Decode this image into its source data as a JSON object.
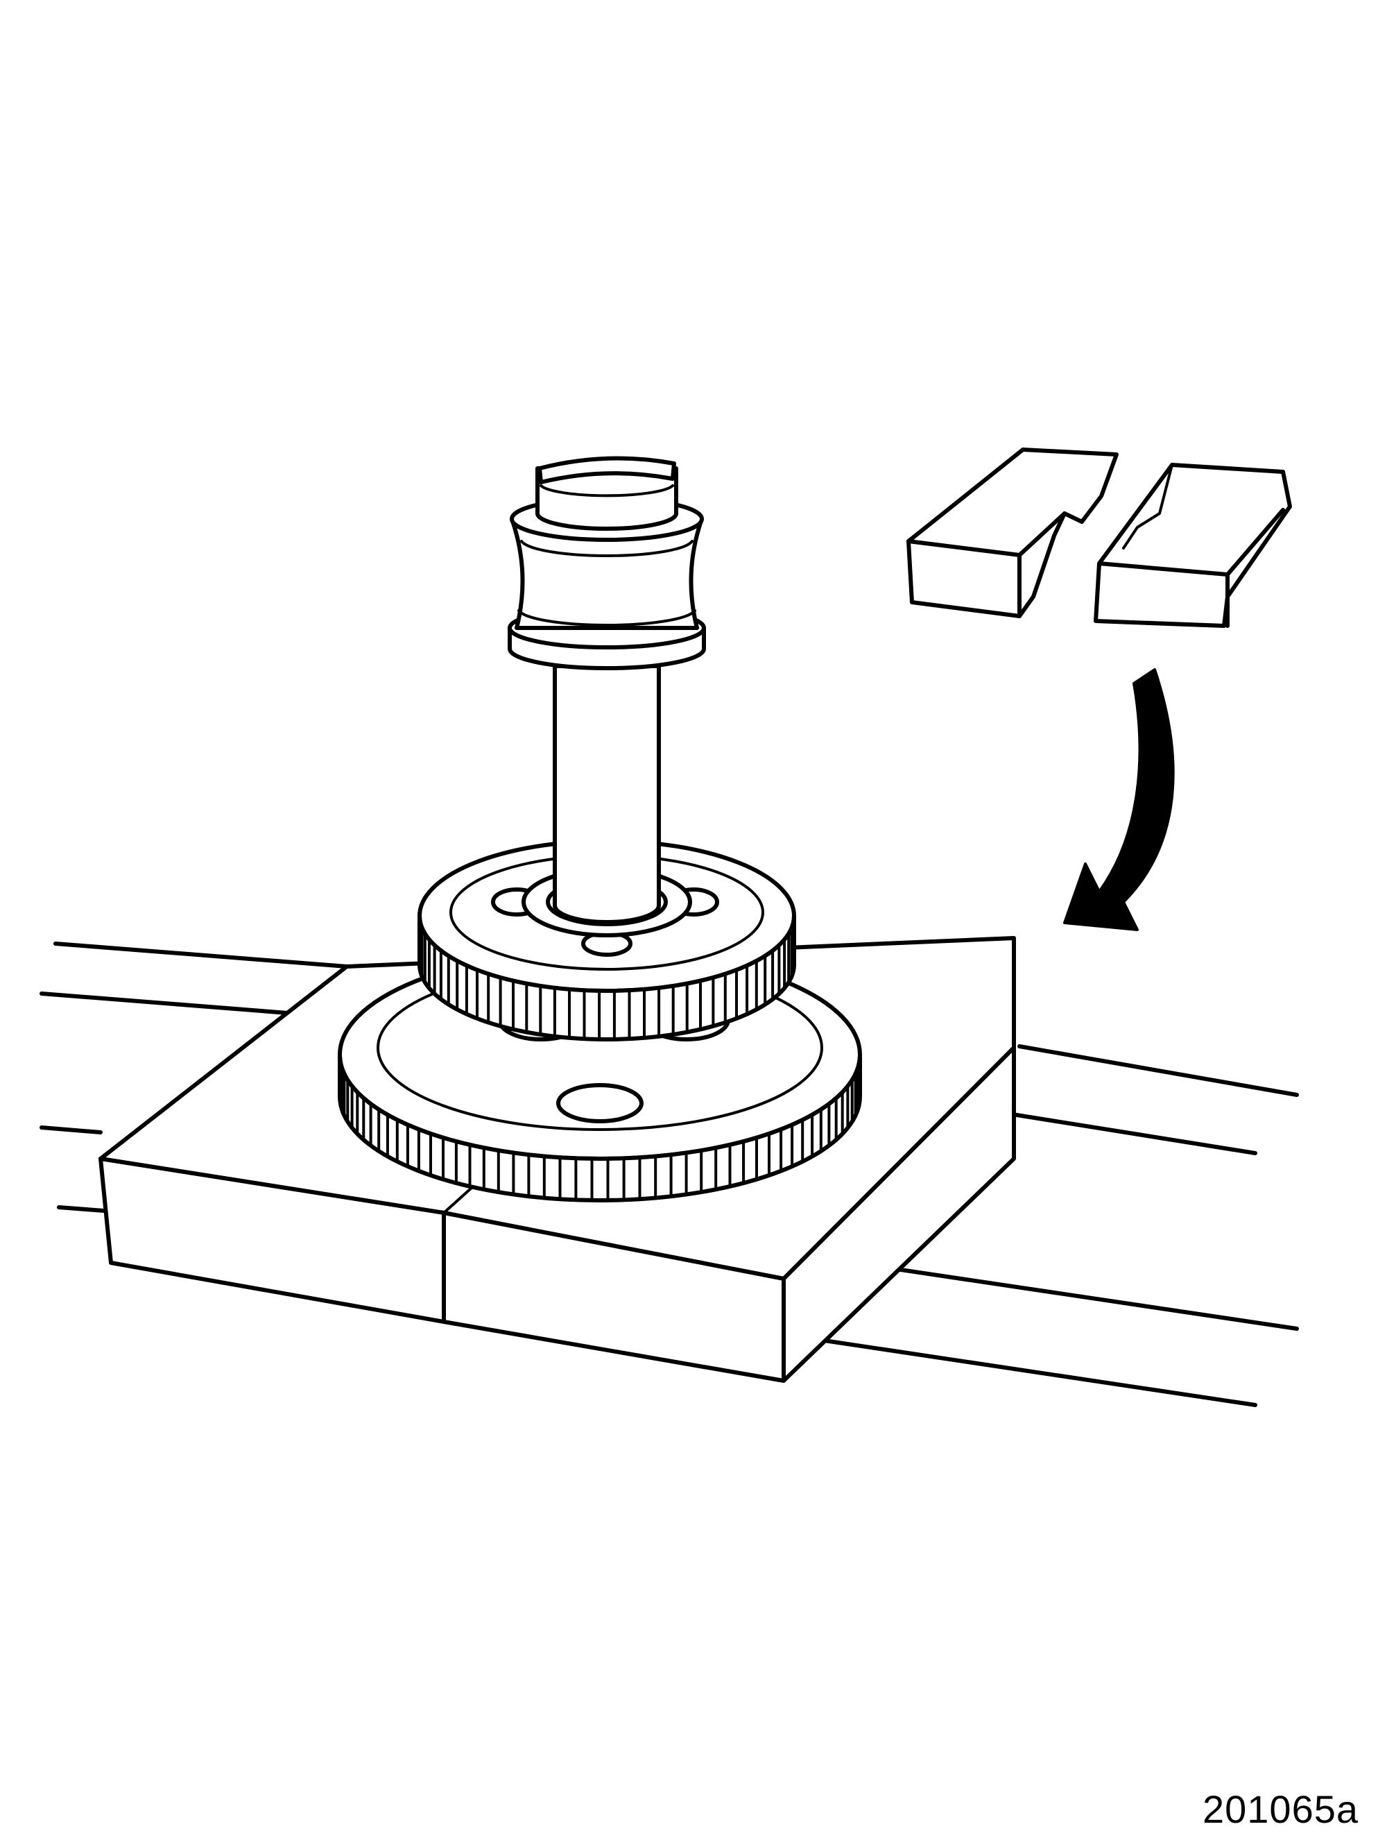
{
  "figure": {
    "id_label": "201065a"
  },
  "components": {
    "press-tool": "press-tool-drawing",
    "gear-assembly": "double-gear-drawing",
    "support-blocks": "split-support-block-drawing",
    "spare-blocks": "block-pair-drawing",
    "direction-arrow": "curved-arrow-icon"
  },
  "colors": {
    "ink": "#000000",
    "paper": "#ffffff"
  }
}
